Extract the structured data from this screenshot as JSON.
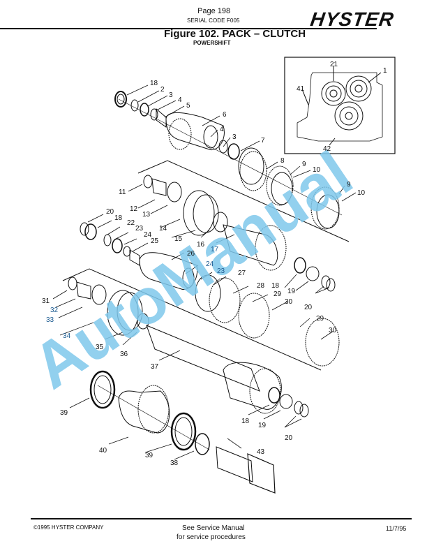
{
  "header": {
    "page": "Page 198",
    "serial_code": "SERIAL CODE F005",
    "brand": "HYSTER"
  },
  "figure": {
    "title": "Figure 102. PACK – CLUTCH",
    "subtitle": "POWERSHIFT"
  },
  "watermark": "AutoManual",
  "inset": {
    "callouts": [
      "21",
      "1",
      "41",
      "42"
    ]
  },
  "callouts": {
    "c18a": "18",
    "c2": "2",
    "c3a": "3",
    "c4a": "4",
    "c5": "5",
    "c6": "6",
    "c4b": "4",
    "c3b": "3",
    "c7": "7",
    "c8": "8",
    "c9a": "9",
    "c10a": "10",
    "c9b": "9",
    "c10b": "10",
    "c11": "11",
    "c12": "12",
    "c13": "13",
    "c14": "14",
    "c15": "15",
    "c16": "16",
    "c17": "17",
    "c20a": "20",
    "c18b": "18",
    "c22": "22",
    "c23a": "23",
    "c24a": "24",
    "c25": "25",
    "c26": "26",
    "c24b": "24",
    "c23b": "23",
    "c27": "27",
    "c28": "28",
    "c29a": "29",
    "c30a": "30",
    "c29b": "29",
    "c30b": "30",
    "c18c": "18",
    "c19a": "19",
    "c20b": "20",
    "c31": "31",
    "c32": "32",
    "c33": "33",
    "c34": "34",
    "c35": "35",
    "c36": "36",
    "c37": "37",
    "c39a": "39",
    "c40": "40",
    "c39b": "39",
    "c38": "38",
    "c43": "43",
    "c18d": "18",
    "c19b": "19",
    "c20c": "20"
  },
  "footer": {
    "copyright": "©1995 HYSTER COMPANY",
    "service_line1": "See Service Manual",
    "service_line2": "for service procedures",
    "date": "11/7/95"
  },
  "colors": {
    "watermark": "#7fc8ec",
    "ink": "#111111",
    "paper": "#ffffff"
  }
}
